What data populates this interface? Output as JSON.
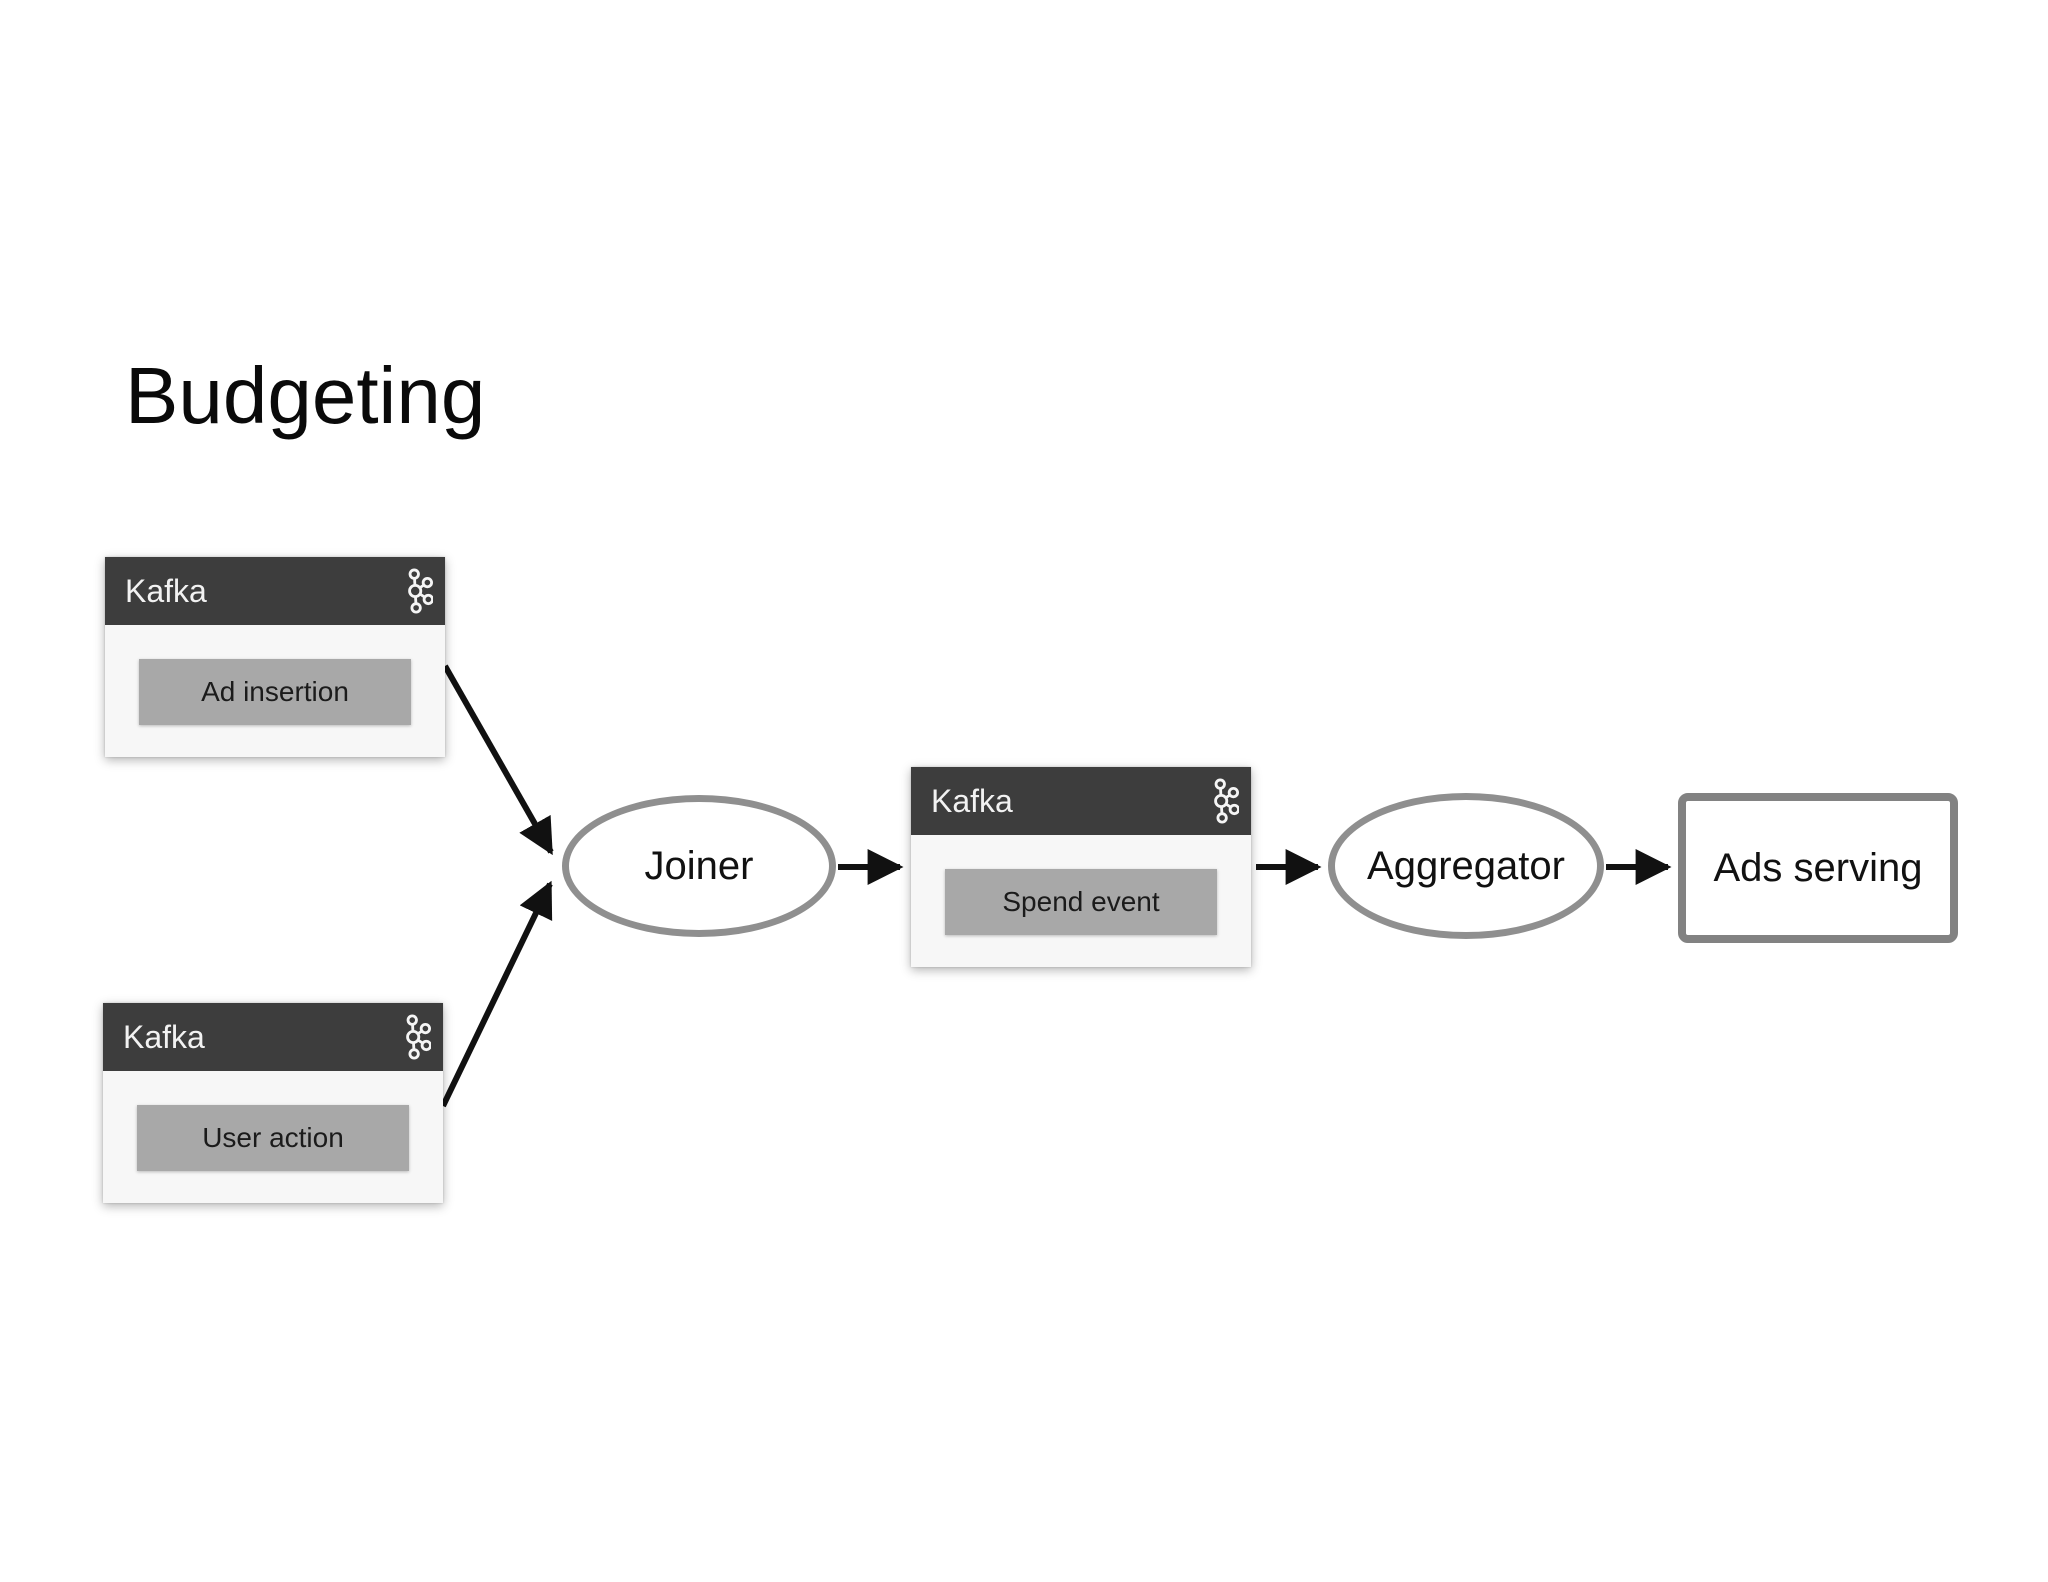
{
  "title": "Budgeting",
  "nodes": {
    "kafka_ad_insertion": {
      "header": "Kafka",
      "topic": "Ad insertion"
    },
    "kafka_user_action": {
      "header": "Kafka",
      "topic": "User action"
    },
    "kafka_spend_event": {
      "header": "Kafka",
      "topic": "Spend event"
    },
    "joiner": {
      "label": "Joiner"
    },
    "aggregator": {
      "label": "Aggregator"
    },
    "ads_serving": {
      "label": "Ads serving"
    }
  },
  "edges": [
    {
      "from": "kafka_ad_insertion",
      "to": "joiner"
    },
    {
      "from": "kafka_user_action",
      "to": "joiner"
    },
    {
      "from": "joiner",
      "to": "kafka_spend_event"
    },
    {
      "from": "kafka_spend_event",
      "to": "aggregator"
    },
    {
      "from": "aggregator",
      "to": "ads_serving"
    }
  ],
  "icons": {
    "kafka_logo": "kafka-logo-icon"
  },
  "colors": {
    "background": "#ffffff",
    "kafka_header": "#3d3d3d",
    "kafka_body": "#f7f7f7",
    "topic_chip": "#a8a8a8",
    "ellipse_border": "#8f8f8f",
    "terminal_border": "#828282",
    "arrow": "#111111",
    "text_dark": "#1b1b1b",
    "text_light": "#f2f2f2"
  }
}
